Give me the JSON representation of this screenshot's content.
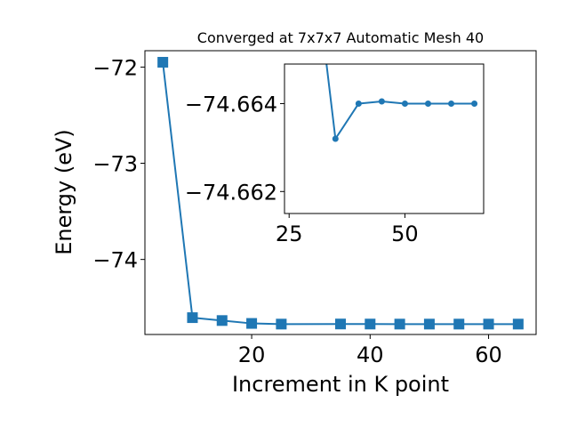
{
  "chart_data": [
    {
      "type": "line",
      "title": "Converged at 7x7x7 Automatic Mesh 40",
      "xlabel": "Increment in K point",
      "ylabel": "Energy (eV)",
      "xlim": [
        1.975,
        68.025
      ],
      "ylim": [
        -74.78,
        -71.83
      ],
      "x_ticks": [
        20,
        40,
        60
      ],
      "x_tick_labels": [
        "20",
        "40",
        "60"
      ],
      "y_ticks": [
        -72,
        -73,
        -74
      ],
      "y_tick_labels": [
        "−72",
        "−73",
        "−74"
      ],
      "marker": "square",
      "color": "#1f77b4",
      "grid": false,
      "series": [
        {
          "x": [
            5,
            10,
            15,
            20,
            25,
            35,
            40,
            45,
            50,
            55,
            60,
            65
          ],
          "y": [
            -71.95,
            -74.605,
            -74.635,
            -74.665,
            -74.672,
            -74.671,
            -74.6715,
            -74.672,
            -74.672,
            -74.672,
            -74.672,
            -74.672
          ]
        }
      ]
    },
    {
      "type": "line",
      "title": "",
      "xlabel": "",
      "ylabel": "",
      "inset": true,
      "xlim": [
        24,
        67
      ],
      "ylim": [
        -74.6615,
        -74.6649
      ],
      "x_ticks": [
        25,
        50
      ],
      "x_tick_labels": [
        "25",
        "50"
      ],
      "y_ticks": [
        -74.664,
        -74.662
      ],
      "y_tick_labels": [
        "−74.664",
        "−74.662"
      ],
      "marker": "circle",
      "color": "#1f77b4",
      "grid": false,
      "series": [
        {
          "x": [
            25,
            35,
            40,
            45,
            50,
            55,
            60,
            65
          ],
          "y": [
            -74.672,
            -74.6632,
            -74.664,
            -74.66405,
            -74.664,
            -74.664,
            -74.664,
            -74.664
          ]
        }
      ]
    }
  ]
}
